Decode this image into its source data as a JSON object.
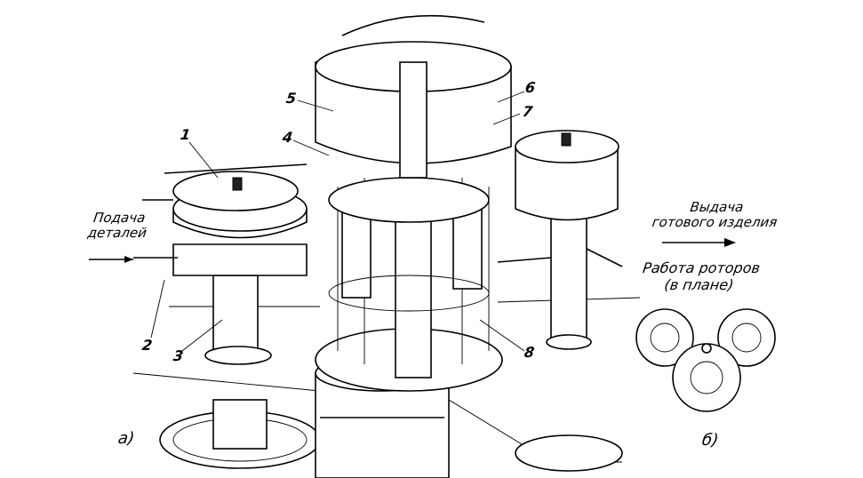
{
  "labels": {
    "feed": [
      "Подача",
      "деталей"
    ],
    "output": [
      "Выдача",
      "готового изделия"
    ],
    "rotor_work": [
      "Работа роторов",
      "(в плане)"
    ],
    "part_a": "а)",
    "part_b": "б)"
  },
  "callouts": [
    "1",
    "2",
    "3",
    "4",
    "5",
    "6",
    "7",
    "8"
  ]
}
